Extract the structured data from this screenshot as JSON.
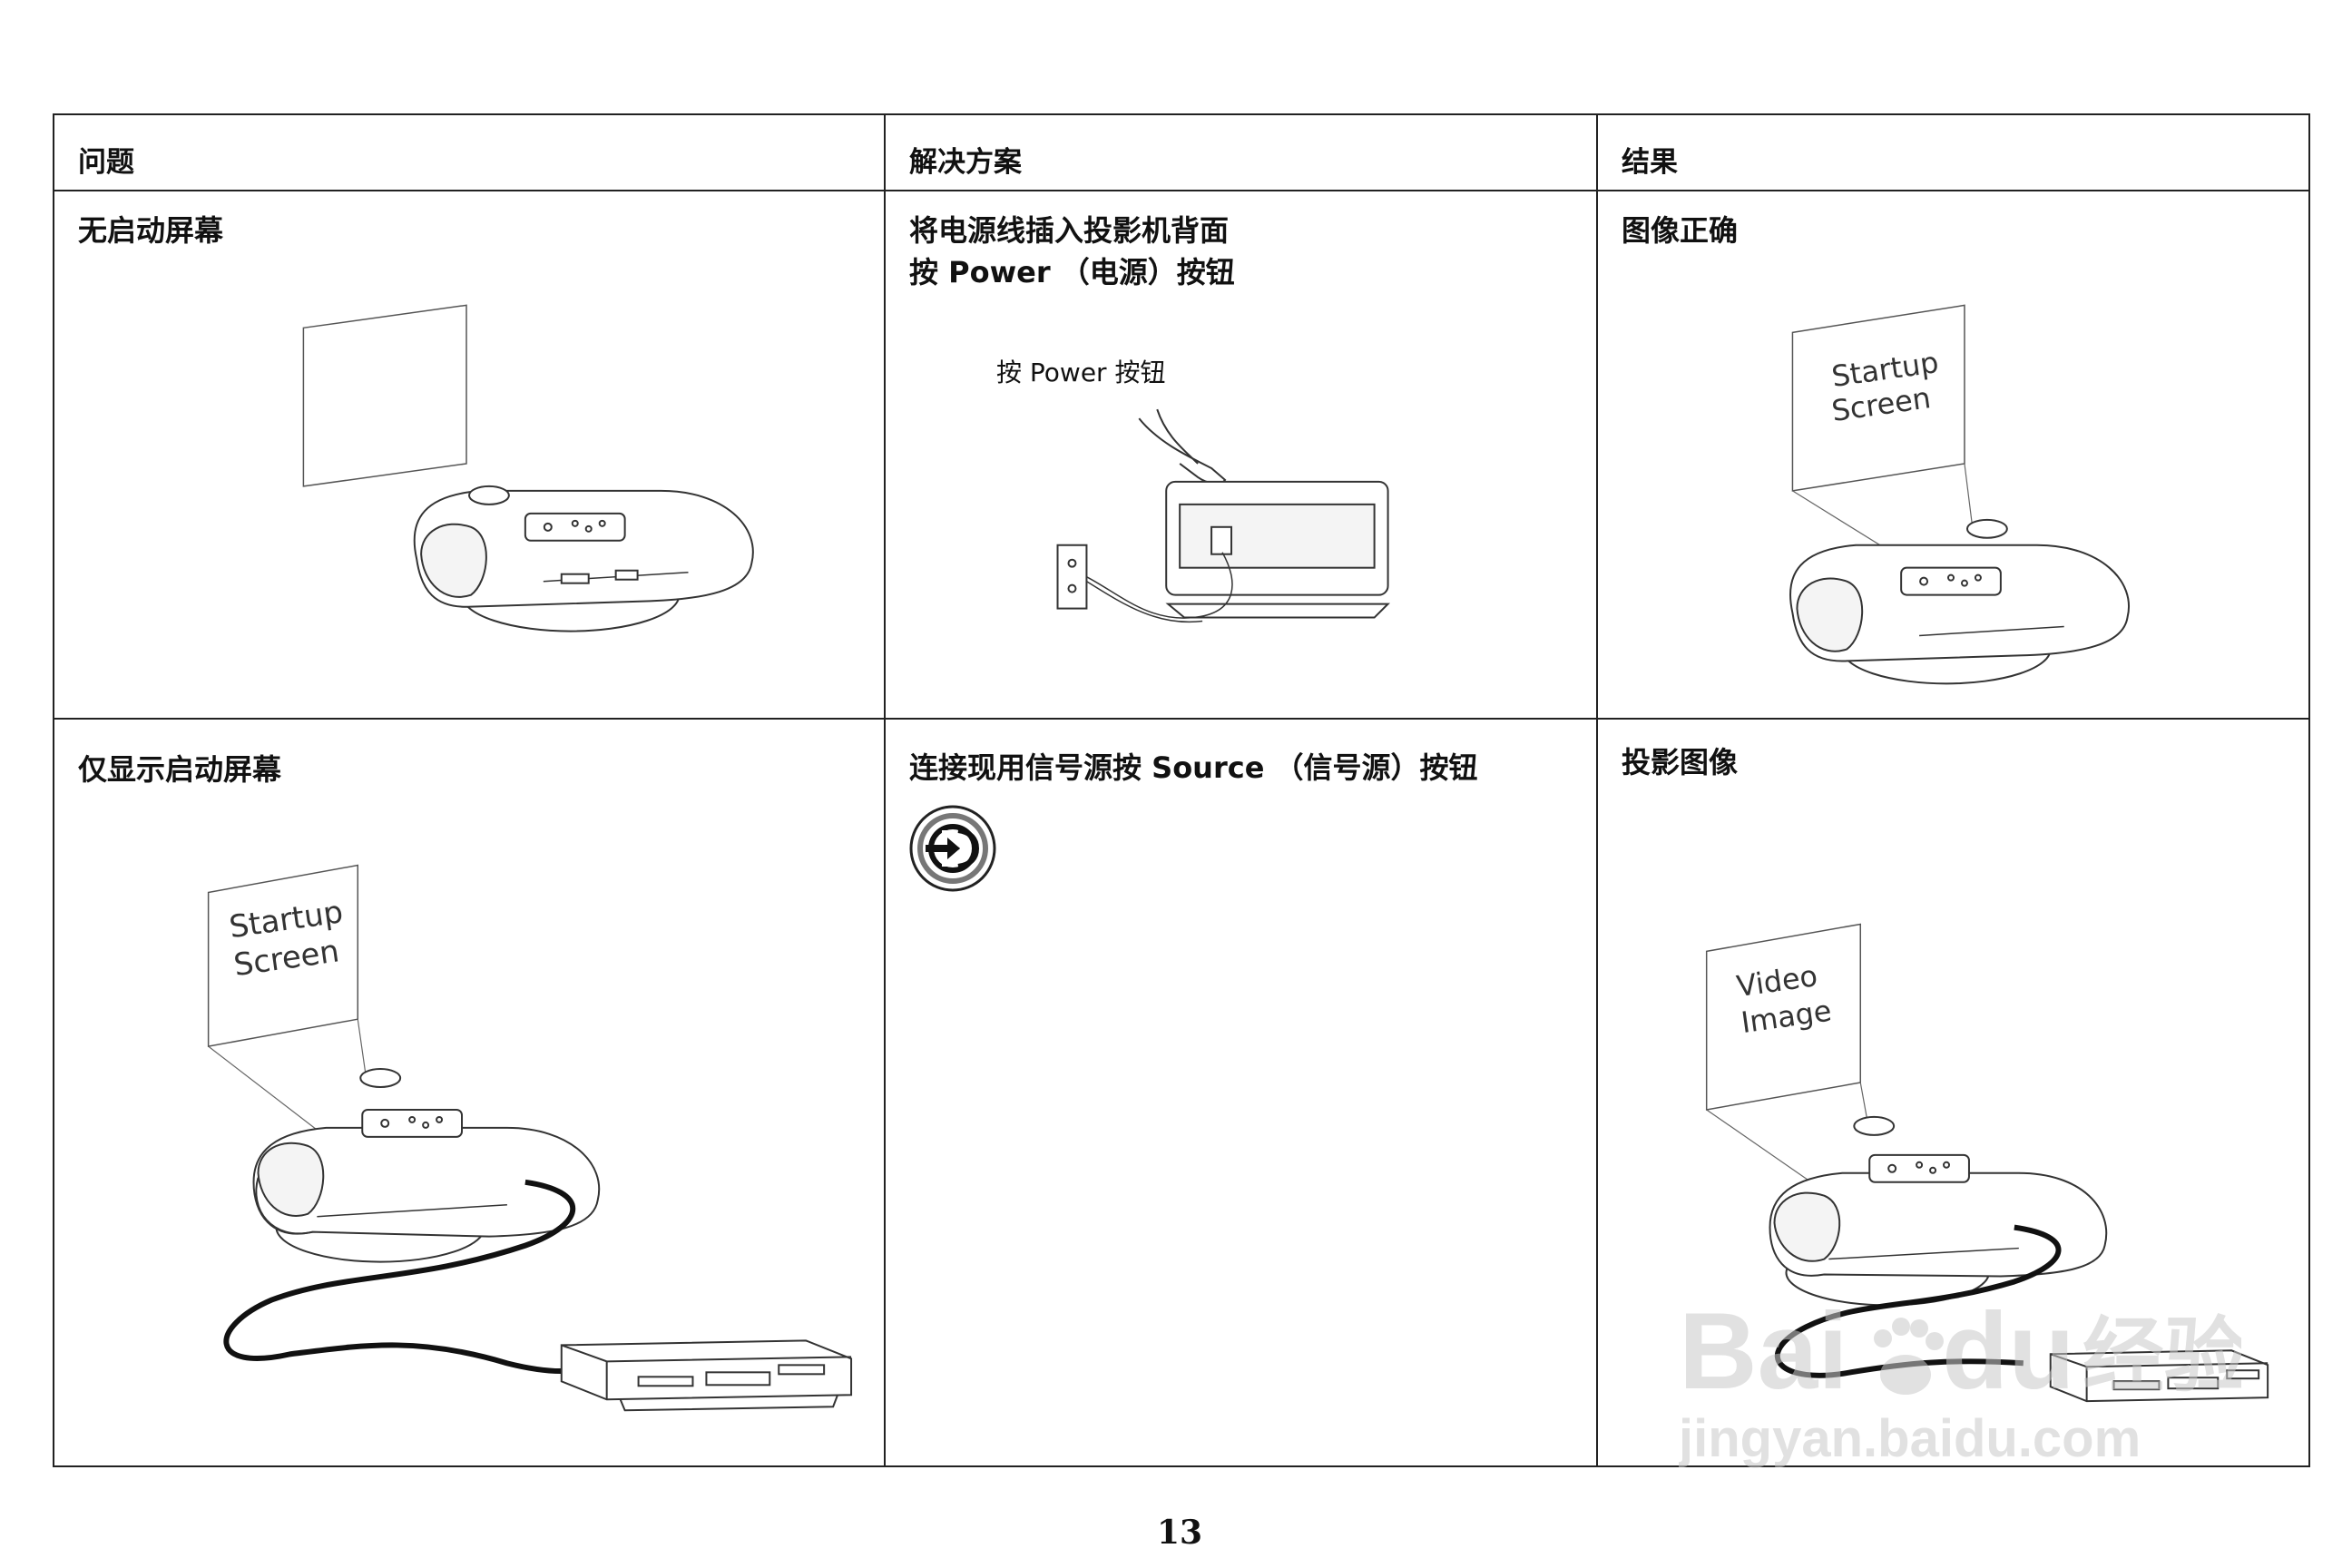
{
  "table": {
    "headers": [
      "问题",
      "解决方案",
      "结果"
    ],
    "rows": [
      {
        "problem": "无启动屏幕",
        "solution_lines": [
          "将电源线插入投影机背面",
          "按 Power （电源）按钮"
        ],
        "solution_caption": "按 Power 按钮",
        "result": "图像正确",
        "result_screen_lines": [
          "Startup",
          "Screen"
        ]
      },
      {
        "problem": "仅显示启动屏幕",
        "problem_screen_lines": [
          "Startup",
          "Screen"
        ],
        "solution_lines": [
          "连接现用信号源按 Source （信号源）按钮"
        ],
        "solution_icon": "source-button-icon",
        "result": "投影图像",
        "result_screen_lines": [
          "Video",
          "Image"
        ]
      }
    ]
  },
  "page_number": "13",
  "watermark": {
    "brand": "Bai",
    "brand_tail": "du",
    "cn": "经验",
    "url": "jingyan.baidu.com"
  }
}
